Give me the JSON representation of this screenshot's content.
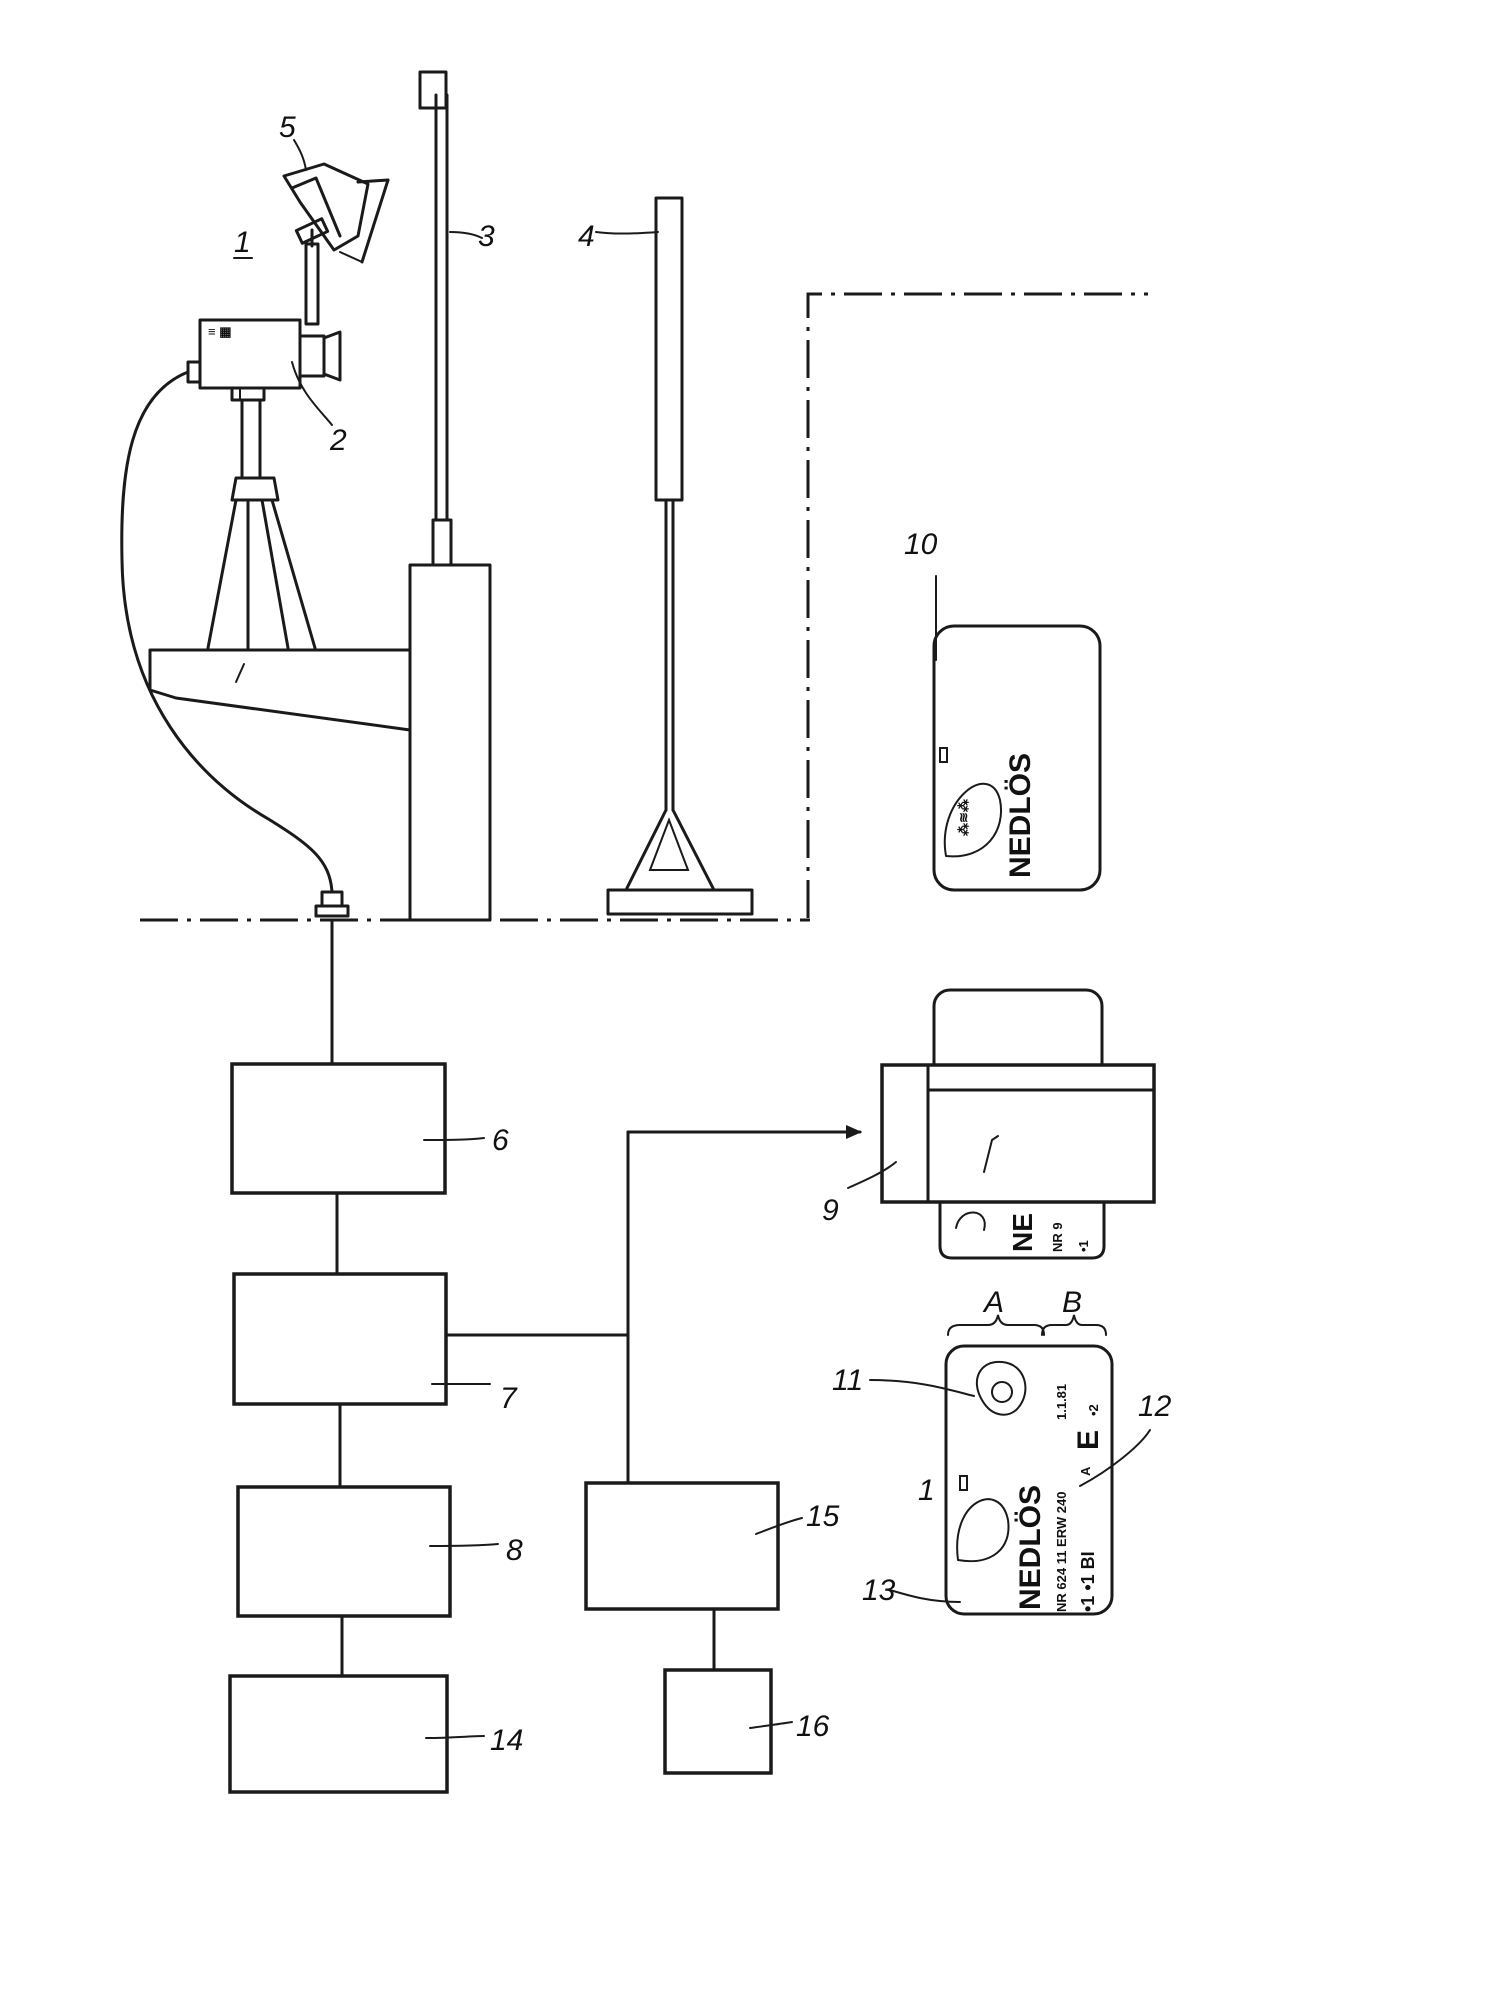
{
  "labels": {
    "station": "1",
    "camera": "2",
    "light_pole": "3",
    "stand": "4",
    "lamp": "5",
    "block6": "6",
    "block7": "7",
    "block8": "8",
    "printer": "9",
    "card_blank": "10",
    "photo": "11",
    "data_field": "12",
    "card_emblem": "13",
    "block14": "14",
    "block15": "15",
    "block16": "16",
    "zone_a": "A",
    "zone_b": "B",
    "seat": "1"
  },
  "card_text": {
    "brand": "NEDLÖS",
    "brand_partial": "NE",
    "line1": "NR 624 11 ERW 240",
    "line1_tail": "1.1.81",
    "line2": "•1 •1 BI",
    "line2_tail": "A",
    "big_code": "E",
    "big_code_sub": "•2",
    "printer_line1": "NR 9",
    "printer_line2": "•1"
  }
}
